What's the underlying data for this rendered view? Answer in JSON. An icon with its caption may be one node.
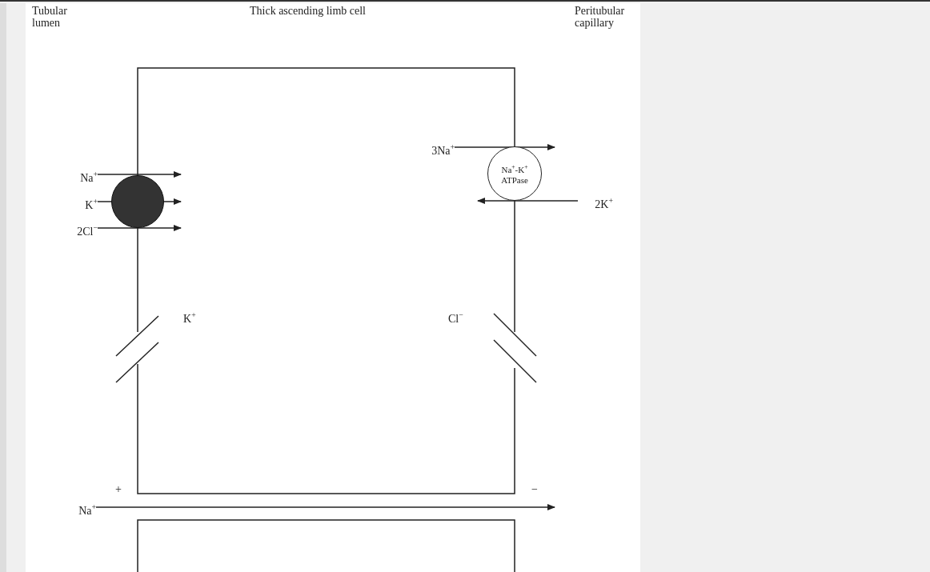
{
  "diagram": {
    "title": "Thick ascending limb cell",
    "nodes": [
      {
        "text": [],
        "shape": "circle"
      },
      {
        "text": [
          "Na$^{+}$-K$^{+}$ ATPase"
        ]
      },
      {
        "text": [
          "Na$^{+}$"
        ]
      },
      {
        "text": [
          "K$^{+}$"
        ]
      },
      {
        "text": [
          "2Cl$^{−}$"
        ]
      },
      {
        "text": [
          "3Na$^{+}$"
        ]
      },
      {
        "text": [
          "2K$^{+}$"
        ]
      },
      {
        "text": [
          "Na$^{+}$"
        ]
      }
    ],
    "edges": [
      {
        "from": 2,
        "to": 0,
        "arrow": "to"
      },
      {
        "from": 3,
        "to": 0,
        "arrow": "to"
      },
      {
        "from": 4,
        "to": 0,
        "arrow": "to"
      },
      {
        "from": 5,
        "to": 1,
        "arrow": "to"
      },
      {
        "from": 6,
        "to": 1,
        "arrow": "to"
      },
      {
        "from": 7,
        "to": null,
        "arrow": "to"
      }
    ],
    "labels": [
      "Tubular lumen",
      "Peritubular capillary",
      "K$^{+}$",
      "Cl$^{−}$",
      "+",
      "−"
    ]
  }
}
